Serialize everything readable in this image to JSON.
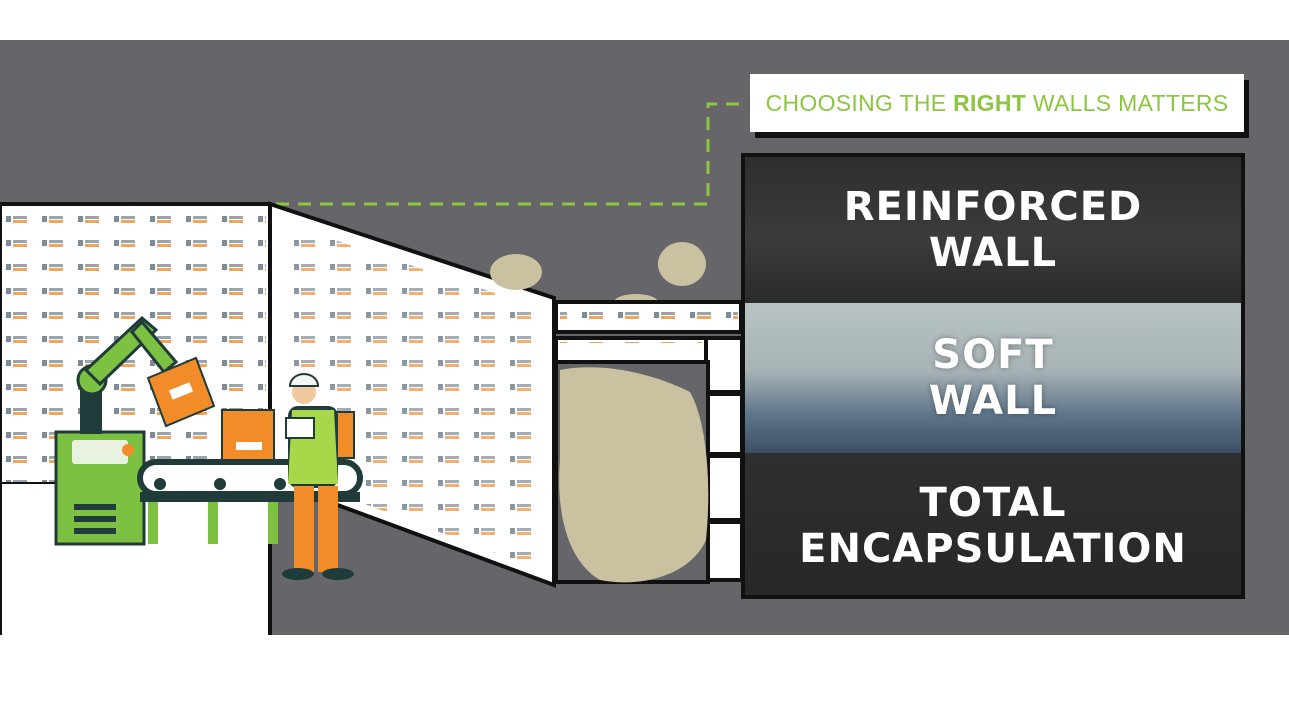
{
  "header": {
    "prefix": "CHOOSING THE ",
    "emphasis": "RIGHT",
    "suffix": " WALLS MATTERS"
  },
  "options": [
    {
      "label": "REINFORCED\nWALL"
    },
    {
      "label": "SOFT\nWALL"
    },
    {
      "label": "TOTAL\nENCAPSULATION"
    }
  ],
  "colors": {
    "background": "#666569",
    "accent_green": "#8cc63f",
    "machine_green": "#7dc142",
    "box_orange": "#f28c28",
    "dust": "#c9c1a0",
    "wall_white": "#ffffff"
  },
  "icons": [
    "robot-arm-icon",
    "conveyor-belt-icon",
    "worker-icon",
    "cardboard-box-icon",
    "dust-cloud-icon"
  ]
}
